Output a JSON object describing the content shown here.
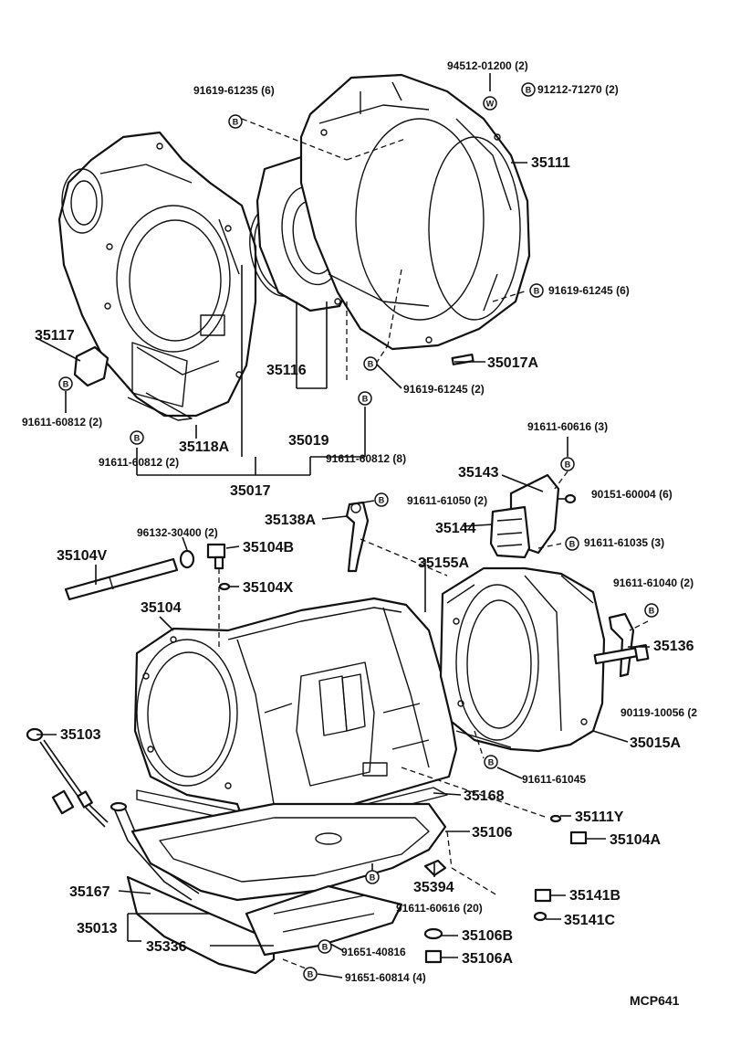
{
  "labels": {
    "p94512": "94512-01200 (2)",
    "p91212": "91212-71270 (2)",
    "p91619_61235": "91619-61235 (6)",
    "p35111": "35111",
    "p91619_61245_6": "91619-61245 (6)",
    "p35117": "35117",
    "p35017A": "35017A",
    "p91611_60812_2a": "91611-60812 (2)",
    "p35116": "35116",
    "p91619_61245_2": "91619-61245 (2)",
    "p35118A": "35118A",
    "p35019": "35019",
    "p91611_60812_2b": "91611-60812 (2)",
    "p91611_60812_8": "91611-60812 (8)",
    "p35017": "35017",
    "p91611_60616_3": "91611-60616 (3)",
    "p35143": "35143",
    "p90151": "90151-60004 (6)",
    "p35138A": "35138A",
    "p91611_61050": "91611-61050 (2)",
    "p35144": "35144",
    "p96132": "96132-30400 (2)",
    "p35104B": "35104B",
    "p91611_61035": "91611-61035 (3)",
    "p35104V": "35104V",
    "p35155A": "35155A",
    "p35104X": "35104X",
    "p91611_61040": "91611-61040 (2)",
    "p35104": "35104",
    "p35136": "35136",
    "p90119": "90119-10056 (2",
    "p35103": "35103",
    "p35015A": "35015A",
    "p91611_61045": "91611-61045",
    "p35168": "35168",
    "p35111Y": "35111Y",
    "p35106": "35106",
    "p35104A": "35104A",
    "p35394": "35394",
    "p35167": "35167",
    "p35141B": "35141B",
    "p91611_60616_20": "91611-60616 (20)",
    "p35013": "35013",
    "p35141C": "35141C",
    "p35106B": "35106B",
    "p35336": "35336",
    "p91651_40816": "91651-40816",
    "p35106A": "35106A",
    "p91651_60814": "91651-60814 (4)",
    "catalog_code": "MCP641"
  },
  "symbols": {
    "bolt_marker": "B",
    "washer_marker": "W"
  }
}
